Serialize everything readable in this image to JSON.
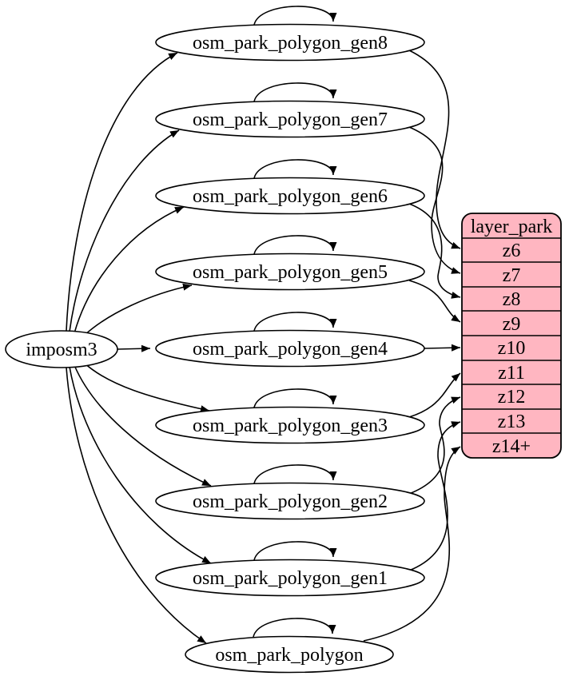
{
  "diagram": {
    "source": {
      "label": "imposm3"
    },
    "tables": [
      {
        "label": "osm_park_polygon_gen8",
        "from": "imposm3",
        "self_loop": true,
        "feeds_row": "z6"
      },
      {
        "label": "osm_park_polygon_gen7",
        "from": "imposm3",
        "self_loop": true,
        "feeds_row": "z7"
      },
      {
        "label": "osm_park_polygon_gen6",
        "from": "imposm3",
        "self_loop": true,
        "feeds_row": "z8"
      },
      {
        "label": "osm_park_polygon_gen5",
        "from": "imposm3",
        "self_loop": true,
        "feeds_row": "z9"
      },
      {
        "label": "osm_park_polygon_gen4",
        "from": "imposm3",
        "self_loop": true,
        "feeds_row": "z10"
      },
      {
        "label": "osm_park_polygon_gen3",
        "from": "imposm3",
        "self_loop": true,
        "feeds_row": "z11"
      },
      {
        "label": "osm_park_polygon_gen2",
        "from": "imposm3",
        "self_loop": true,
        "feeds_row": "z12"
      },
      {
        "label": "osm_park_polygon_gen1",
        "from": "imposm3",
        "self_loop": true,
        "feeds_row": "z13"
      },
      {
        "label": "osm_park_polygon",
        "from": "imposm3",
        "self_loop": true,
        "feeds_row": "z14+"
      }
    ],
    "layer": {
      "title": "layer_park",
      "rows": [
        "z6",
        "z7",
        "z8",
        "z9",
        "z10",
        "z11",
        "z12",
        "z13",
        "z14+"
      ]
    },
    "colors": {
      "layer_fill": "#ffb6c1",
      "node_fill": "#ffffff",
      "stroke": "#000000",
      "background": "#ffffff"
    }
  }
}
